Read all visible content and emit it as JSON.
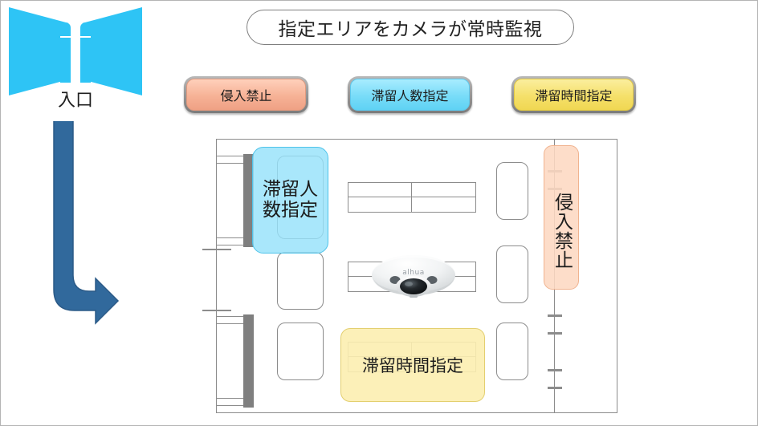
{
  "title": {
    "text": "指定エリアをカメラが常時監視"
  },
  "entrance": {
    "label": "入口",
    "gate_icon": "entrance-gate-icon",
    "arrow_icon": "flow-arrow-icon",
    "colors": {
      "gate": "#2ec4f5",
      "arrow": "#31699c"
    }
  },
  "legend": {
    "buttons": [
      {
        "label": "侵入禁止",
        "color": "#f6b296",
        "name": "no-intrusion"
      },
      {
        "label": "滞留人数指定",
        "color": "#78dcf8",
        "name": "people-count"
      },
      {
        "label": "滞留時間指定",
        "color": "#f5e06a",
        "name": "dwell-time"
      }
    ]
  },
  "floorplan": {
    "zones": [
      {
        "id": "people-count",
        "label": "滞留人数指定",
        "color": "#96e2fa",
        "orientation": "horizontal-wrapped"
      },
      {
        "id": "dwell-time",
        "label": "滞留時間指定",
        "color": "#fceeb0",
        "orientation": "horizontal"
      },
      {
        "id": "no-intrusion",
        "label": "侵入禁止",
        "color": "#fdd8c2",
        "orientation": "vertical"
      }
    ],
    "camera": {
      "brand": "alhua",
      "device": "fisheye-dome-camera",
      "body_color": "#eceff1"
    },
    "furniture": {
      "doors": 2,
      "tables": 3,
      "seats": 6,
      "partition_ticks": 4
    },
    "outline_color": "#8c8c8c"
  }
}
